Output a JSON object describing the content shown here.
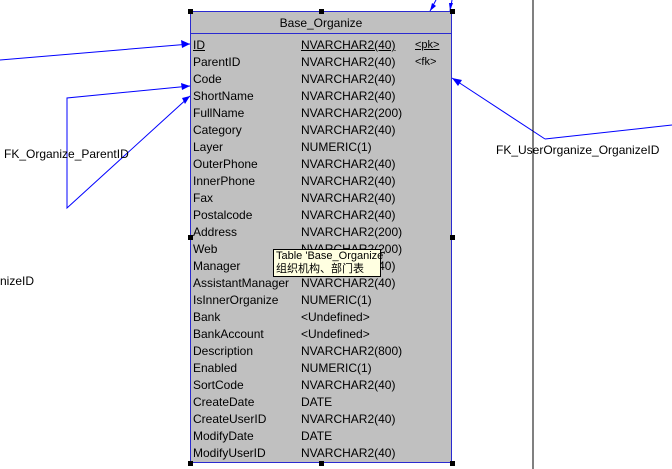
{
  "table": {
    "title": "Base_Organize",
    "columns": [
      {
        "name": "ID",
        "type": "NVARCHAR2(40)",
        "key": "<pk>",
        "pk": true
      },
      {
        "name": "ParentID",
        "type": "NVARCHAR2(40)",
        "key": "<fk>"
      },
      {
        "name": "Code",
        "type": "NVARCHAR2(40)",
        "key": ""
      },
      {
        "name": "ShortName",
        "type": "NVARCHAR2(40)",
        "key": ""
      },
      {
        "name": "FullName",
        "type": "NVARCHAR2(200)",
        "key": ""
      },
      {
        "name": "Category",
        "type": "NVARCHAR2(40)",
        "key": ""
      },
      {
        "name": "Layer",
        "type": "NUMERIC(1)",
        "key": ""
      },
      {
        "name": "OuterPhone",
        "type": "NVARCHAR2(40)",
        "key": ""
      },
      {
        "name": "InnerPhone",
        "type": "NVARCHAR2(40)",
        "key": ""
      },
      {
        "name": "Fax",
        "type": "NVARCHAR2(40)",
        "key": ""
      },
      {
        "name": "Postalcode",
        "type": "NVARCHAR2(40)",
        "key": ""
      },
      {
        "name": "Address",
        "type": "NVARCHAR2(200)",
        "key": ""
      },
      {
        "name": "Web",
        "type": "NVARCHAR2(200)",
        "key": ""
      },
      {
        "name": "Manager",
        "type": "NVARCHAR2(40)",
        "key": ""
      },
      {
        "name": "AssistantManager",
        "type": "NVARCHAR2(40)",
        "key": ""
      },
      {
        "name": "IsInnerOrganize",
        "type": "NUMERIC(1)",
        "key": ""
      },
      {
        "name": "Bank",
        "type": "<Undefined>",
        "key": ""
      },
      {
        "name": "BankAccount",
        "type": "<Undefined>",
        "key": ""
      },
      {
        "name": "Description",
        "type": "NVARCHAR2(800)",
        "key": ""
      },
      {
        "name": "Enabled",
        "type": "NUMERIC(1)",
        "key": ""
      },
      {
        "name": "SortCode",
        "type": "NVARCHAR2(40)",
        "key": ""
      },
      {
        "name": "CreateDate",
        "type": "DATE",
        "key": ""
      },
      {
        "name": "CreateUserID",
        "type": "NVARCHAR2(40)",
        "key": ""
      },
      {
        "name": "ModifyDate",
        "type": "DATE",
        "key": ""
      },
      {
        "name": "ModifyUserID",
        "type": "NVARCHAR2(40)",
        "key": ""
      }
    ]
  },
  "labels": {
    "fk_parent": "FK_Organize_ParentID",
    "fk_user_org": "FK_UserOrganize_OrganizeID",
    "left_partial": "nizeID"
  },
  "tooltip": {
    "line1": "Table 'Base_Organize'",
    "line2": "组织机构、部门表"
  },
  "colors": {
    "box_fill": "#c0c0c0",
    "border": "#2a2ad0",
    "link_line": "#0000ff",
    "tooltip_bg": "#ffffe1"
  }
}
